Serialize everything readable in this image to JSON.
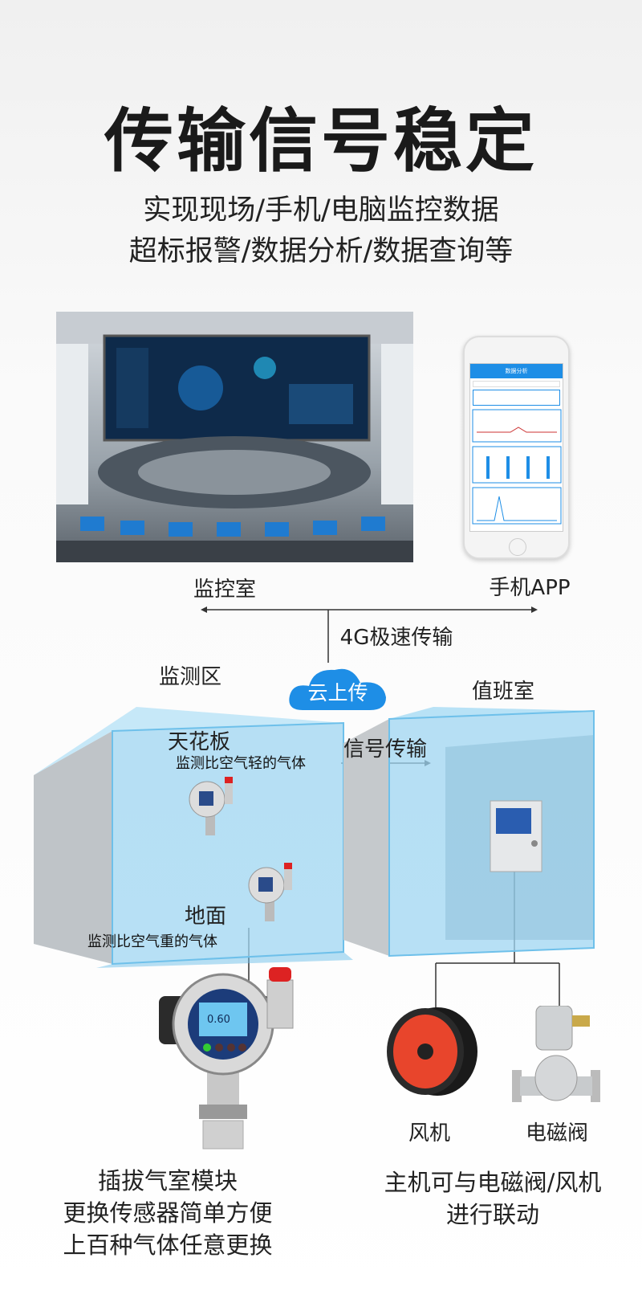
{
  "header": {
    "title": "传输信号稳定",
    "subtitle_lines": [
      "实现现场/手机/电脑监控数据",
      "超标报警/数据分析/数据查询等"
    ]
  },
  "top": {
    "control_room_label": "监控室",
    "phone_label": "手机APP",
    "phone_screen_title": "数据分析",
    "transmission_label": "4G极速传输",
    "cloud_label": "云上传"
  },
  "monitor_zone": {
    "label": "监测区",
    "ceiling_title": "天花板",
    "ceiling_desc": "监测比空气轻的气体",
    "floor_title": "地面",
    "floor_desc": "监测比空气重的气体",
    "signal_label": "信号传输"
  },
  "duty_room": {
    "label": "值班室"
  },
  "detector": {
    "reading": "0.60",
    "lines": [
      "插拔气室模块",
      "更换传感器简单方便",
      "上百种气体任意更换"
    ]
  },
  "linkage": {
    "fan_label": "风机",
    "valve_label": "电磁阀",
    "lines": [
      "主机可与电磁阀/风机",
      "进行联动"
    ]
  },
  "colors": {
    "accent": "#1e8ee6",
    "room_glass": "#9fd6f2"
  }
}
